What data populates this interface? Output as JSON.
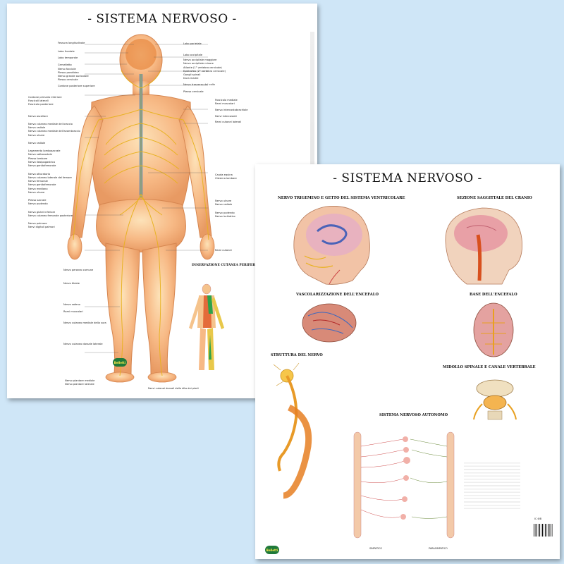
{
  "poster_back": {
    "title": "- SISTEMA NERVOSO -",
    "inset_title": "INNERVAZIONE CUTANEA PERIFERICA",
    "logo": "Belletti",
    "left_labels": [
      "Fessura longitudinale",
      "Lobo frontale",
      "Lobo temporale",
      "Cervelletto",
      "Nervo facciale",
      "Plesso parotideo",
      "Nervo grande auricolare",
      "Plesso cervicale",
      "Cordone posteriore superiore",
      "Cordone primario inferiore",
      "Fascicoli laterali",
      "Fascicolo posteriore",
      "Nervo ascellare",
      "Nervo cutaneo mediale del braccio",
      "Nervo radiale",
      "Nervo cutaneo mediale dell'avambraccio",
      "Nervo ulnare",
      "Nervo radiale",
      "Legamento lombosacrale",
      "Nervo sottocostale",
      "Plesso lombare",
      "Nervo ileoipogastrico",
      "Nervo genitofemorale",
      "Nervo otturatorio",
      "Nervo cutaneo laterale del femore",
      "Nervo femorale",
      "Nervo genitofemorale",
      "Nervo mediano",
      "Nervo ulnare",
      "Plesso sacrale",
      "Nervo pudendo",
      "Nervo glutei inferiore",
      "Nervo cutaneo femorale posteriore",
      "Nervo palmare",
      "Nervi digitali palmari",
      "Nervo peroneo comune",
      "Nervo tibiale",
      "Nervo safeno",
      "Rami muscolari",
      "Nervo cutaneo mediale della sura",
      "Nervo cutaneo dorsale laterale",
      "Nervo plantare mediale",
      "Nervo plantare laterale"
    ],
    "right_labels": [
      "Lobo parietale",
      "Lobo occipitale",
      "Nervo occipitale maggiore",
      "Nervo occipitale minore",
      "Atlante (1° vertebra cervicale)",
      "Epistrofeo (2° vertebra cervicale)",
      "Gangli spinali",
      "Dura madre",
      "Nervo trasverso del collo",
      "Plesso cervicale",
      "Fascicolo mediale",
      "Rami muscolari",
      "Nervo intercostobrachiale",
      "Nervi intercostali",
      "Rami cutanei laterali",
      "Cauda equina",
      "Cisterna lombare",
      "Nervo ulnare",
      "Nervo radiale",
      "Nervo pudendo",
      "Nervo ischiatico",
      "Rami cutanei",
      "Nervi cutanei dorsali delle dita dei piedi"
    ]
  },
  "poster_front": {
    "title": "- SISTEMA NERVOSO -",
    "sections": {
      "trigeminal": "NERVO TRIGEMINO E GETTO DEL SISTEMA VENTRICOLARE",
      "sagittal": "SEZIONE SAGGITTALE DEL CRANIO",
      "vascular": "VASCOLARIZZAZIONE DELL'ENCEFALO",
      "base": "BASE DELL'ENCEFALO",
      "nerve_structure": "STRUTTURA DEL NERVO",
      "spinal": "MIDOLLO SPINALE E CANALE VERTEBRALE",
      "autonomic": "SISTEMA NERVOSO AUTONOMO"
    },
    "bottom_labels": [
      "SIMPATICO",
      "PARASIMPATICO"
    ],
    "logo": "Belletti",
    "code": "IC 6/B"
  }
}
